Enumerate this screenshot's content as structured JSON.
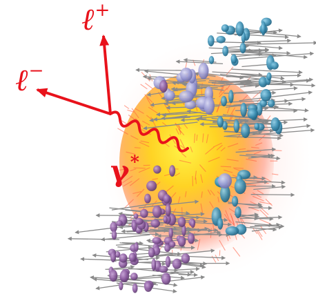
{
  "labels": {
    "lepton_plus": {
      "symbol": "ℓ",
      "charge": "+"
    },
    "lepton_minus": {
      "symbol": "ℓ",
      "charge": "−"
    },
    "virtual_photon": {
      "symbol": "γ",
      "mark": "*"
    }
  },
  "icons": [
    "lepton-plus-arrow-icon",
    "lepton-minus-arrow-icon",
    "photon-wavy-line-icon"
  ],
  "colors": {
    "annotation": "#e8121b",
    "fireball_core": "#ffe100",
    "fireball_mid": "#ffab1f",
    "fireball_edge": "#ff4a2c",
    "particle_teal": "#3a8cb0",
    "particle_purple": "#8a5a9e",
    "particle_lavender": "#9b9bd4",
    "momentum_arrow": "#8a8a8a",
    "flow_arrow": "#ff6a4a"
  }
}
